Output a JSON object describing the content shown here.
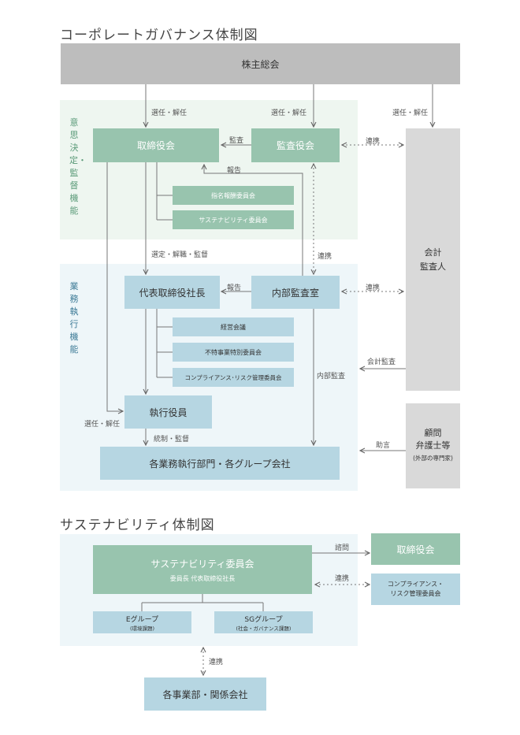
{
  "corp": {
    "title": "コーポレートガバナンス体制図",
    "shareholders": "株主総会",
    "zone_decision": "意思決定・監督機能",
    "zone_execution": "業務執行機能",
    "board": "取締役会",
    "audit_board": "監査役会",
    "nomination": "指名報酬委員会",
    "sustain_comm": "サステナビリティ委員会",
    "auditor_line1": "会計",
    "auditor_line2": "監査人",
    "ceo": "代表取締役社長",
    "internal_audit": "内部監査室",
    "mgmt_meeting": "経営会議",
    "irregular": "不特事業特別委員会",
    "compliance": "コンプライアンス･リスク管理委員会",
    "officers": "執行役員",
    "divisions": "各業務執行部門・各グループ会社",
    "advisor_line1": "顧問",
    "advisor_line2": "弁護士等",
    "advisor_note": "(外部の専門家)",
    "labels": {
      "elect1": "選任・解任",
      "elect2": "選任・解任",
      "elect3": "選任・解任",
      "audit": "監査",
      "report1": "報告",
      "report2": "報告",
      "coop1": "連携",
      "coop2": "連携",
      "coop3": "連携",
      "select": "選定・解職・監督",
      "internal_audit_lbl": "内部監査",
      "accounting_audit": "会計監査",
      "elect_officers": "選任・解任",
      "control": "統制・監督",
      "advice": "助言"
    }
  },
  "sus": {
    "title": "サステナビリティ体制図",
    "committee": "サステナビリティ委員会",
    "chair": "委員長 代表取締役社長",
    "e_group": "Eグループ",
    "e_sub": "(環境課題)",
    "sg_group": "SGグループ",
    "sg_sub": "(社会・ガバナンス課題)",
    "board": "取締役会",
    "compliance_line1": "コンプライアンス・",
    "compliance_line2": "リスク管理委員会",
    "consult": "諮問",
    "coop_a": "連携",
    "coop_b": "連携",
    "business": "各事業部・関係会社"
  },
  "colors": {
    "green": "#98c4ae",
    "blue": "#b6d6e2",
    "gray": "#d9d9d9",
    "dark_gray": "#bdbdbd",
    "decision_zone": "#eef6f0",
    "execution_zone": "#eef6f9",
    "vertical_green": "#5a9a78",
    "vertical_blue": "#3c7a96"
  }
}
